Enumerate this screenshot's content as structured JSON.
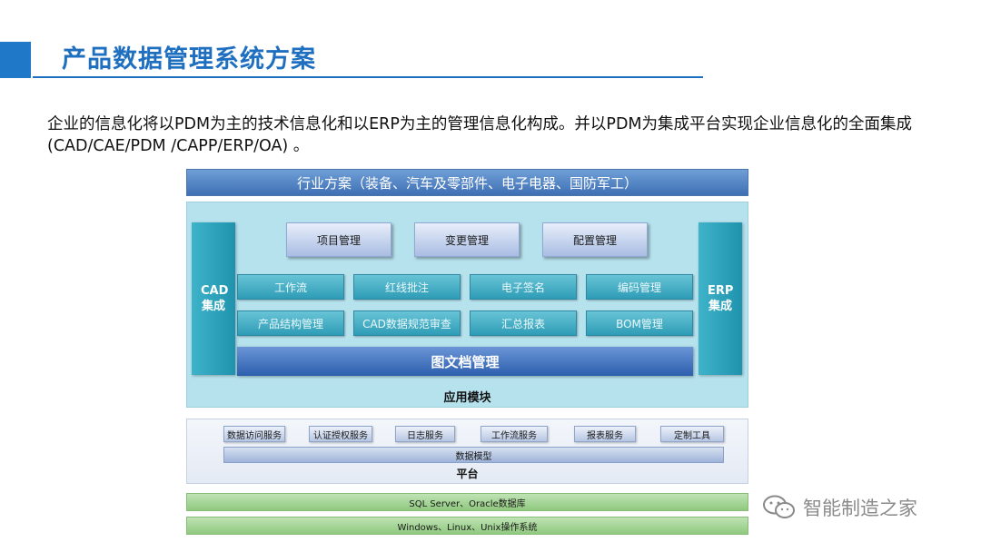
{
  "title": "产品数据管理系统方案",
  "intro": "企业的信息化将以PDM为主的技术信息化和以ERP为主的管理信息化构成。并以PDM为集成平台实现企业信息化的全面集成(CAD/CAE/PDM /CAPP/ERP/OA) 。",
  "diagram": {
    "industry": "行业方案（装备、汽车及零部件、电子电器、国防军工）",
    "cad": "CAD集成",
    "erp": "ERP集成",
    "mgmt": [
      "项目管理",
      "变更管理",
      "配置管理"
    ],
    "modules_row1": [
      "工作流",
      "红线批注",
      "电子签名",
      "编码管理"
    ],
    "modules_row2": [
      "产品结构管理",
      "CAD数据规范审查",
      "汇总报表",
      "BOM管理"
    ],
    "doc_mgmt": "图文档管理",
    "app_label": "应用模块",
    "services": [
      "数据访问服务",
      "认证授权服务",
      "日志服务",
      "工作流服务",
      "报表服务",
      "定制工具"
    ],
    "data_model": "数据模型",
    "platform_label": "平台",
    "database": "SQL Server、Oracle数据库",
    "os": "Windows、Linux、Unix操作系统"
  },
  "watermark": "智能制造之家",
  "colors": {
    "title": "#1f6fc0",
    "accent": "#1f78c8"
  }
}
